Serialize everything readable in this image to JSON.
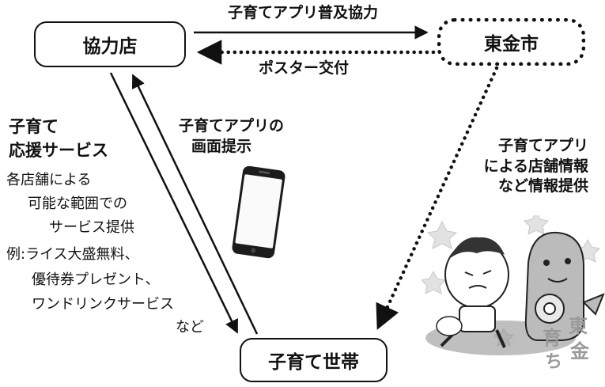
{
  "nodes": {
    "store": "協力店",
    "city": "東金市",
    "family": "子育て世帯"
  },
  "edges": {
    "app_promotion": "子育てアプリ普及協力",
    "poster": "ポスター交付",
    "app_screen_line1": "子育てアプリの",
    "app_screen_line2": "画面提示",
    "info_line1": "子育てアプリ",
    "info_line2": "による店舗情報",
    "info_line3": "など情報提供"
  },
  "support": {
    "title_line1": "子育て",
    "title_line2": "応援サービス",
    "lines": [
      "各店舗による",
      "可能な範囲での",
      "サービス提供",
      "例:ライス大盛無料、",
      "優待券プレゼント、",
      "ワンドリンクサービス",
      "など"
    ]
  },
  "mascot_logo": {
    "chars": [
      "育",
      "東",
      "ち",
      "金"
    ]
  }
}
